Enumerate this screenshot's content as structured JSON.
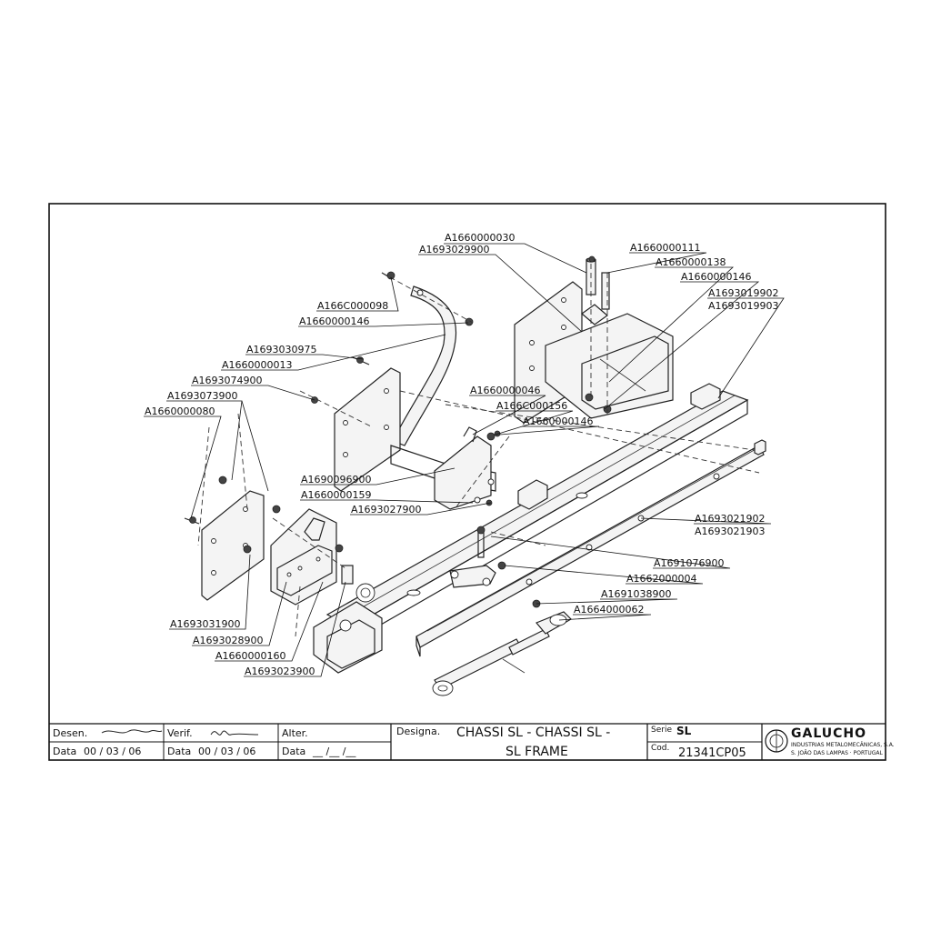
{
  "parts": {
    "p01": "A1660000030",
    "p02": "A1693029900",
    "p03": "A1660000111",
    "p04": "A1660000138",
    "p05": "A1660000146",
    "p06": "A1693019902",
    "p07": "A1693019903",
    "p08": "A166C000098",
    "p09": "A1660000146",
    "p10": "A1693030975",
    "p11": "A1660000013",
    "p12": "A1693074900",
    "p13": "A1693073900",
    "p14": "A1660000080",
    "p15": "A1660000046",
    "p16": "A166C000156",
    "p17": "A1660000146",
    "p18": "A1690096900",
    "p19": "A1660000159",
    "p20": "A1693027900",
    "p21": "A1693021902",
    "p22": "A1693021903",
    "p23": "A1691076900",
    "p24": "A1662000004",
    "p25": "A1691038900",
    "p26": "A1664000062",
    "p27": "A1693031900",
    "p28": "A1693028900",
    "p29": "A1660000160",
    "p30": "A1693023900"
  },
  "title_block": {
    "desen_label": "Desen.",
    "verif_label": "Verif.",
    "alter_label": "Alter.",
    "data_label": "Data",
    "desen_date": "00 / 03 / 06",
    "verif_date": "00 / 03 / 06",
    "alter_date": "__ /__ /__",
    "designa_label": "Designa.",
    "designation_line1": "CHASSI SL - CHASSI SL -",
    "designation_line2": "SL FRAME",
    "serie_label": "Serie",
    "serie_value": "SL",
    "cod_label": "Cod.",
    "cod_value": "21341CP05",
    "company_name": "GALUCHO",
    "company_sub": "INDUSTRIAS METALOMECÂNICAS, S.A.",
    "company_addr": "S. JOÃO DAS LAMPAS · PORTUGAL"
  }
}
